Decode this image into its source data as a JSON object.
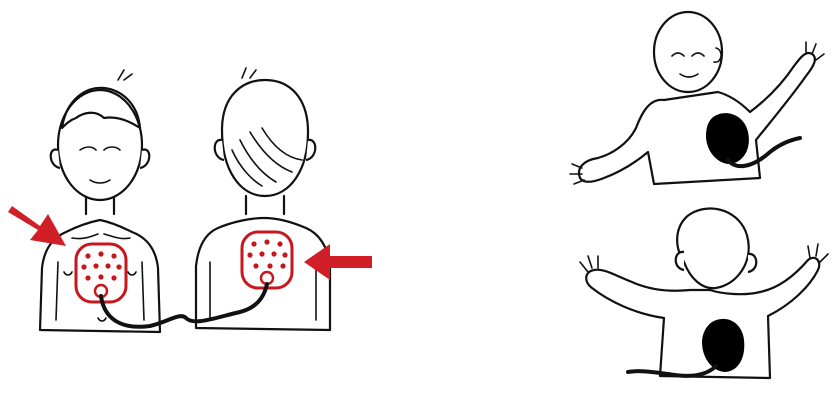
{
  "colors": {
    "pad_accent": "#c8161d",
    "arrow": "#d01f26",
    "ink": "#111111",
    "infant_pad": "#000000",
    "background": "#ffffff"
  },
  "figures": [
    {
      "name": "child-front",
      "description_icon": "child-front-pad-placement-icon"
    },
    {
      "name": "child-back",
      "description_icon": "child-back-pad-placement-icon"
    },
    {
      "name": "infant-front",
      "description_icon": "infant-front-pad-placement-icon"
    },
    {
      "name": "infant-back",
      "description_icon": "infant-back-pad-placement-icon"
    }
  ]
}
